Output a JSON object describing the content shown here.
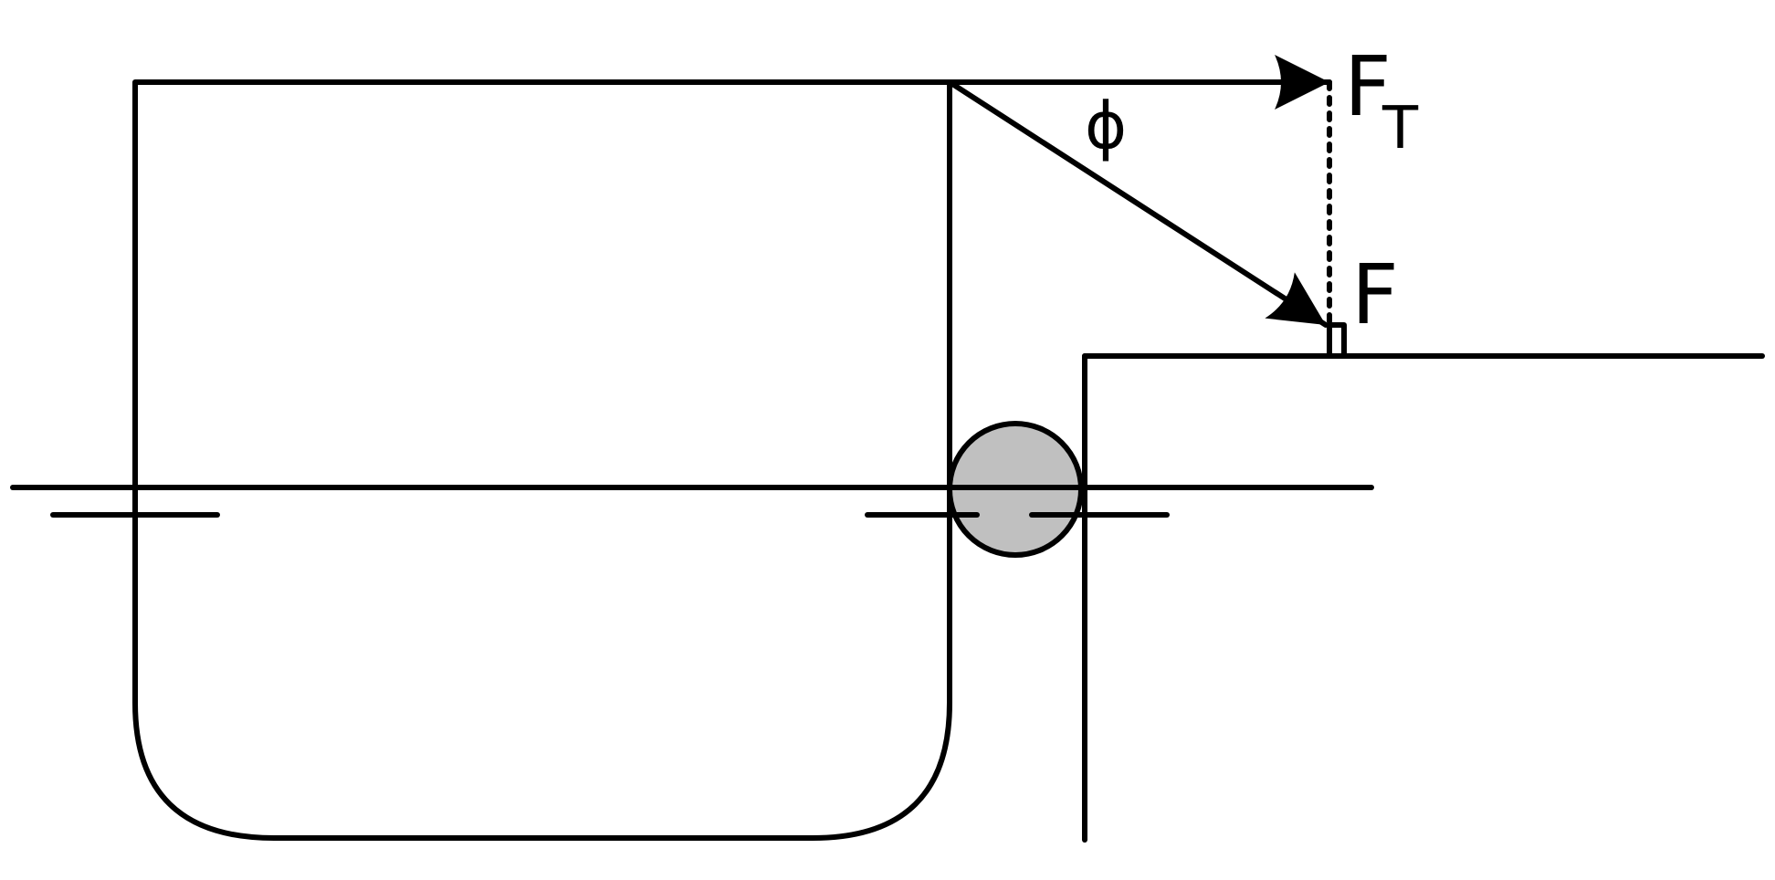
{
  "labels": {
    "phi": "ϕ",
    "force_main": "F",
    "force_tangential": "F",
    "force_tangential_subscript": "T"
  },
  "colors": {
    "stroke": "#000000",
    "roller_fill": "#c0c0c0",
    "background": "#ffffff"
  }
}
